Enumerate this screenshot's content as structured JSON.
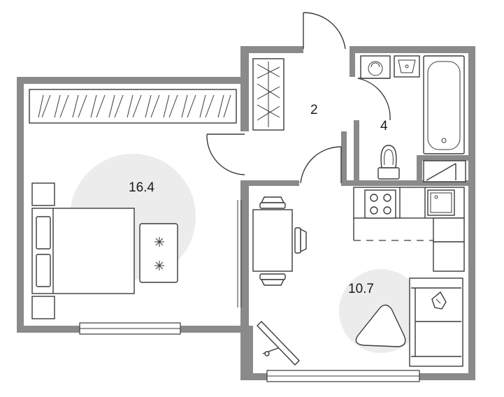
{
  "rooms": {
    "bedroom": {
      "area_label": "16.4"
    },
    "hall": {
      "area_label": "2"
    },
    "bathroom": {
      "area_label": "4"
    },
    "kitchen_living": {
      "area_label": "10.7"
    }
  },
  "colors": {
    "wall": "#8a8a8a",
    "furniture_line": "#3a3a3a",
    "zone_circle": "#ececec",
    "background": "#ffffff"
  }
}
